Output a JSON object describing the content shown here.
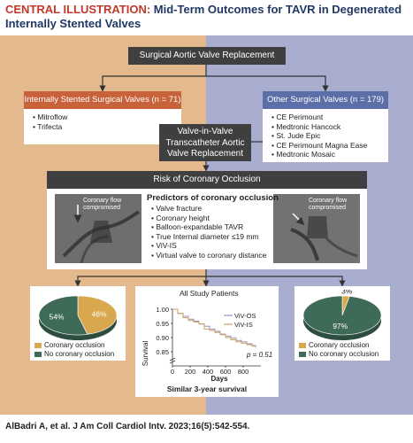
{
  "header": {
    "title_prefix": "CENTRAL ILLUSTRATION:",
    "title_main": " Mid-Term Outcomes for TAVR in Degenerated",
    "title_line2": "Internally Stented Valves"
  },
  "savr_box": "Surgical Aortic Valve Replacement",
  "stented": {
    "heading": "Internally Stented Surgical Valves",
    "n": "(n = 71)",
    "items": [
      "Mitroflow",
      "Trifecta"
    ]
  },
  "other": {
    "heading": "Other Surgical Valves",
    "n": "(n = 179)",
    "items": [
      "CE Perimount",
      "Medtronic Hancock",
      "St. Jude Epic",
      "CE Perimount Magna Ease",
      "Medtronic Mosaic"
    ]
  },
  "viv_box": {
    "line1": "Valve-in-Valve",
    "line2": "Transcatheter Aortic",
    "line3": "Valve Replacement"
  },
  "risk": {
    "heading": "Risk of Coronary Occlusion",
    "angio_left_line1": "Coronary flow",
    "angio_left_line2": "compromised",
    "angio_right_line1": "Coronary flow",
    "angio_right_line2": "compromised",
    "predictors_title": "Predictors of coronary occlusion",
    "predictors": [
      "Valve fracture",
      "Coronary height",
      "Balloon-expandable TAVR",
      "True Internal diameter ≤19 mm",
      "ViV-IS",
      "Virtual valve to coronary distance"
    ]
  },
  "pie_left": {
    "values": [
      46,
      54
    ],
    "labels": [
      "46%",
      "54%"
    ],
    "colors": [
      "#d9a84e",
      "#3e6b58"
    ]
  },
  "pie_right": {
    "values": [
      3,
      97
    ],
    "labels": [
      "3%",
      "97%"
    ],
    "colors": [
      "#d9a84e",
      "#3e6b58"
    ]
  },
  "legend": {
    "occlusion": "Coronary occlusion",
    "no_occlusion": "No coronary occlusion"
  },
  "survival": {
    "title": "All Study Patients",
    "ylabel": "Survival",
    "xlabel": "Days",
    "pvalue": "p = 0.51",
    "caption": "Similar 3-year survival"
  },
  "chart_data": {
    "type": "line",
    "title": "All Study Patients",
    "xlabel": "Days",
    "ylabel": "Survival",
    "xlim": [
      0,
      1000
    ],
    "ylim": [
      0.8,
      1.0
    ],
    "xticks": [
      "0",
      "200",
      "400",
      "600",
      "800"
    ],
    "yticks": [
      "0.85",
      "0.90",
      "0.95",
      "1.00"
    ],
    "series": [
      {
        "name": "ViV-OS",
        "color": "#9b8fc0",
        "x": [
          0,
          60,
          120,
          180,
          240,
          300,
          360,
          420,
          480,
          540,
          600,
          660,
          720,
          780,
          840,
          900,
          940
        ],
        "y": [
          1.0,
          0.985,
          0.975,
          0.965,
          0.958,
          0.948,
          0.94,
          0.93,
          0.922,
          0.912,
          0.905,
          0.898,
          0.89,
          0.885,
          0.878,
          0.872,
          0.868
        ]
      },
      {
        "name": "ViV-IS",
        "color": "#c9a15f",
        "x": [
          0,
          60,
          120,
          180,
          240,
          300,
          360,
          420,
          480,
          540,
          600,
          660,
          720,
          780,
          840,
          900,
          940
        ],
        "y": [
          1.0,
          0.985,
          0.97,
          0.96,
          0.955,
          0.948,
          0.93,
          0.925,
          0.918,
          0.91,
          0.9,
          0.892,
          0.885,
          0.88,
          0.875,
          0.87,
          0.865
        ]
      }
    ],
    "annotation": "p = 0.51"
  },
  "citation": "AlBadri A, et al. J Am Coll Cardiol Intv. 2023;16(5):542-554."
}
